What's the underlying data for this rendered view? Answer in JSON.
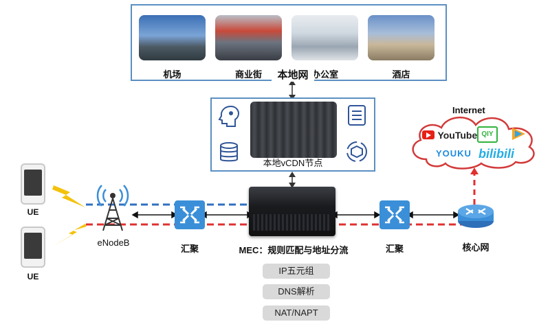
{
  "local_network": {
    "title": "本地网",
    "places": [
      {
        "label": "机场",
        "icon": "airport-photo"
      },
      {
        "label": "商业街",
        "icon": "shopping-street-photo"
      },
      {
        "label": "办公室",
        "icon": "office-photo"
      },
      {
        "label": "酒店",
        "icon": "hotel-photo"
      }
    ]
  },
  "cdn_node": {
    "label": "本地vCDN节点"
  },
  "internet": {
    "title": "Internet",
    "services": [
      "YouTube",
      "QIY",
      "YOUKU",
      "bilibili"
    ]
  },
  "nodes": {
    "ue_top": "UE",
    "ue_bottom": "UE",
    "enodeb": "eNodeB",
    "aggregation_left": "汇聚",
    "mec": "MEC：规则匹配与地址分流",
    "aggregation_right": "汇聚",
    "core": "核心网"
  },
  "mec_functions": [
    "IP五元组",
    "DNS解析",
    "NAT/NAPT"
  ],
  "colors": {
    "blue_dash": "#2f6fc0",
    "red_dash": "#e03030",
    "box_border": "#5b8fc2"
  }
}
